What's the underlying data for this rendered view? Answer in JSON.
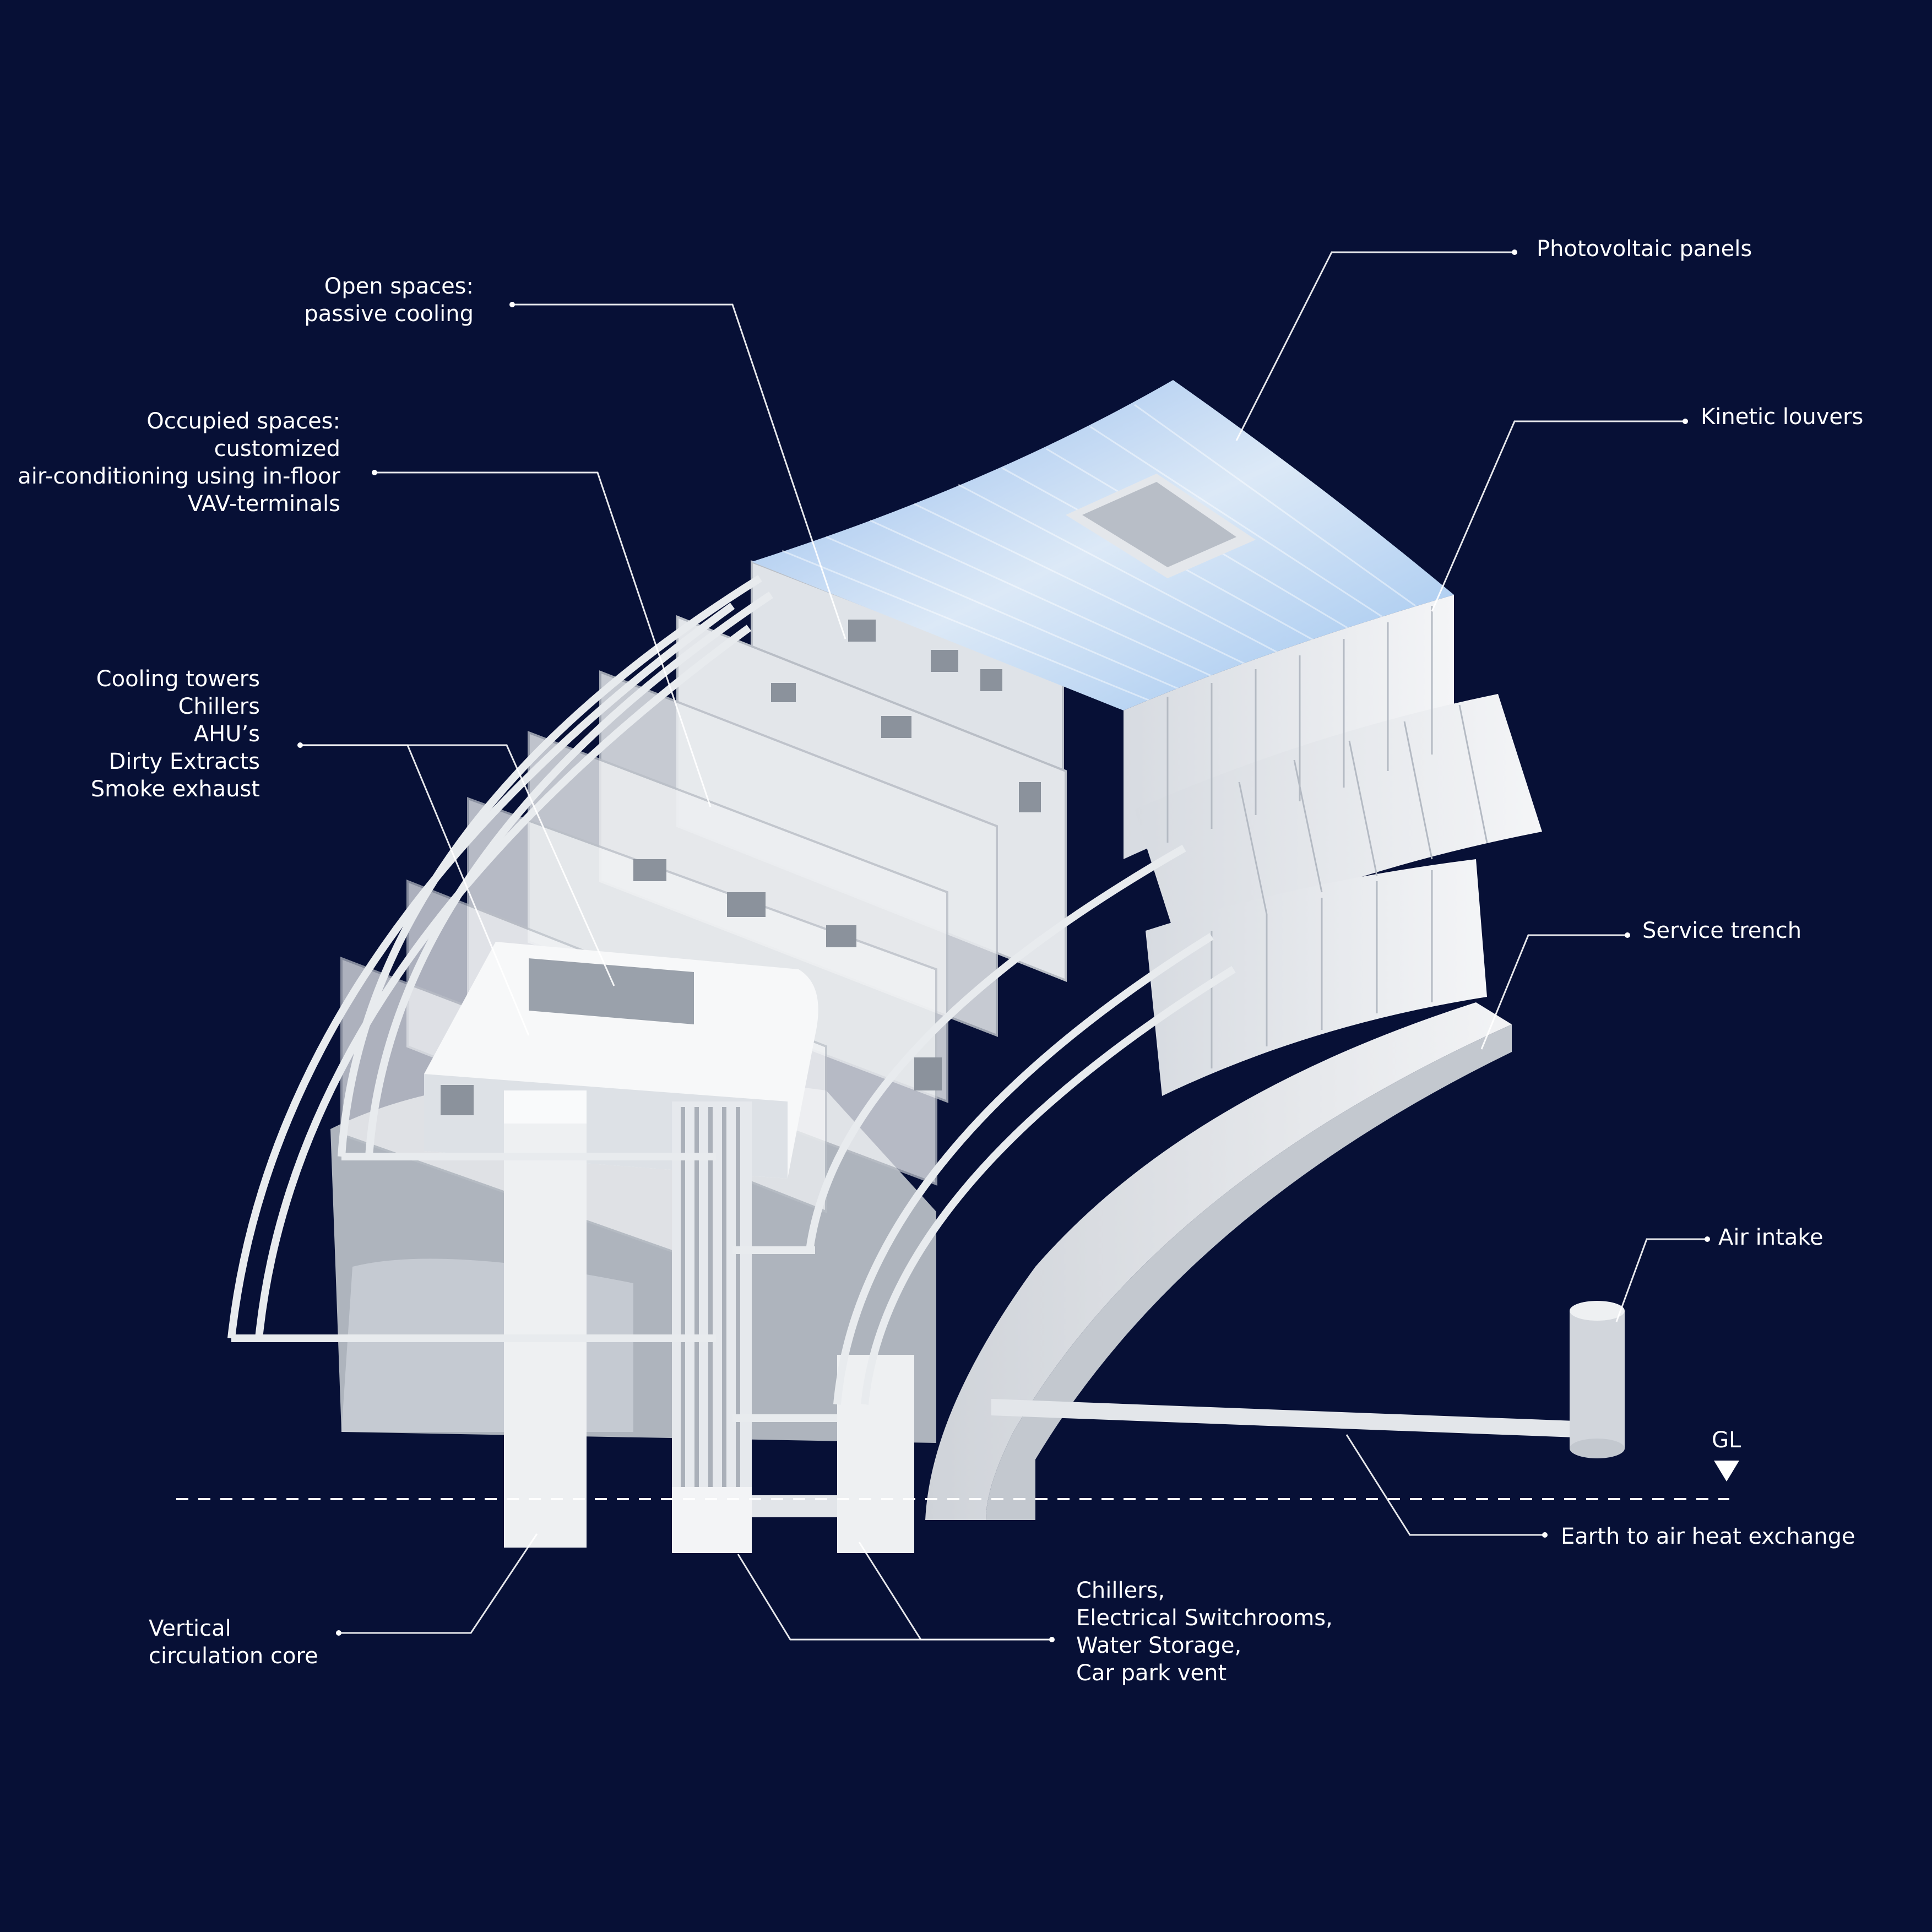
{
  "colors": {
    "background": "#071036",
    "model": "#e9ecef",
    "model_shade": "#c9ced6",
    "sky": "#a9cdf2",
    "leader": "#ffffff"
  },
  "labels": {
    "photovoltaic": [
      "Photovoltaic panels"
    ],
    "open_spaces": [
      "Open spaces:",
      "passive cooling"
    ],
    "kinetic_louvers": [
      "Kinetic louvers"
    ],
    "occupied_spaces": [
      "Occupied spaces:",
      "customized",
      "air-conditioning using in-floor",
      "VAV-terminals"
    ],
    "cooling_towers": [
      "Cooling towers",
      "Chillers",
      "AHU’s",
      "Dirty Extracts",
      "Smoke exhaust"
    ],
    "service_trench": [
      "Service trench"
    ],
    "air_intake": [
      "Air intake"
    ],
    "ground_level": [
      "GL"
    ],
    "earth_to_air": [
      "Earth to air heat exchange"
    ],
    "vertical_core": [
      "Vertical",
      "circulation core"
    ],
    "chillers_basement": [
      "Chillers,",
      "Electrical Switchrooms,",
      "Water Storage,",
      "Car park vent"
    ]
  }
}
